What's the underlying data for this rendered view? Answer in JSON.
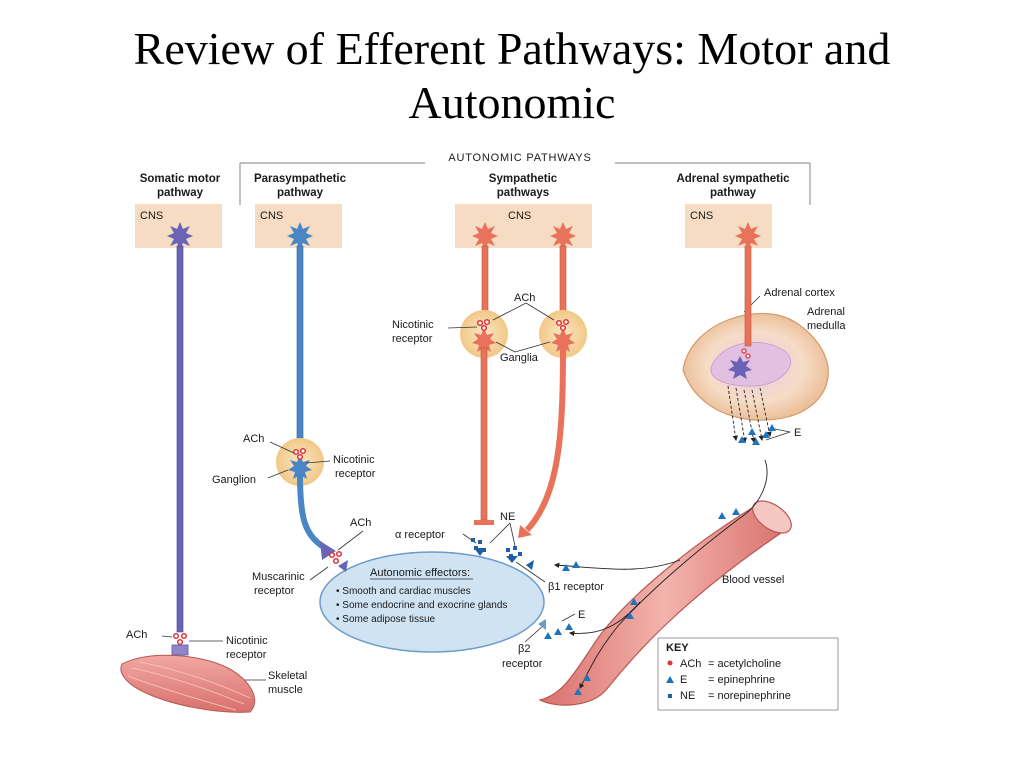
{
  "slide": {
    "title_line1": "Review of Efferent Pathways: Motor and",
    "title_line2": "Autonomic"
  },
  "diagram": {
    "banner": "AUTONOMIC PATHWAYS",
    "columns": {
      "somatic": {
        "line1": "Somatic motor",
        "line2": "pathway"
      },
      "parasympathetic": {
        "line1": "Parasympathetic",
        "line2": "pathway"
      },
      "sympathetic": {
        "line1": "Sympathetic",
        "line2": "pathways"
      },
      "adrenal": {
        "line1": "Adrenal sympathetic",
        "line2": "pathway"
      }
    },
    "cns_label": "CNS",
    "labels": {
      "ach": "ACh",
      "nicotinic_receptor_1": "Nicotinic",
      "nicotinic_receptor_2": "receptor",
      "ganglia": "Ganglia",
      "ganglion": "Ganglion",
      "adrenal_cortex": "Adrenal cortex",
      "adrenal_medulla_1": "Adrenal",
      "adrenal_medulla_2": "medulla",
      "e": "E",
      "ne": "NE",
      "alpha_receptor": "α receptor",
      "beta1_receptor": "β1 receptor",
      "beta2_receptor_1": "β2",
      "beta2_receptor_2": "receptor",
      "muscarinic_1": "Muscarinic",
      "muscarinic_2": "receptor",
      "blood_vessel": "Blood vessel",
      "skeletal_1": "Skeletal",
      "skeletal_2": "muscle"
    },
    "effectors": {
      "title": "Autonomic effectors:",
      "items": [
        "• Smooth and cardiac muscles",
        "• Some endocrine and exocrine glands",
        "• Some adipose tissue"
      ]
    },
    "key": {
      "title": "KEY",
      "entries": [
        {
          "abbr": "ACh",
          "meaning": "= acetylcholine"
        },
        {
          "abbr": "E",
          "meaning": "= epinephrine"
        },
        {
          "abbr": "NE",
          "meaning": "= norepinephrine"
        }
      ]
    },
    "colors": {
      "somatic": "#6b63b5",
      "parasympathetic": "#4a86c5",
      "sympathetic": "#e8725a",
      "cns_box": "#f6dcc3",
      "ganglion": "#f8d9a8",
      "effector_fill": "#cfe3f3",
      "vessel": "#e99a96",
      "ach_dot": "#e0303a",
      "e_marker": "#1e73be",
      "ne_marker": "#1e5fa8"
    }
  }
}
